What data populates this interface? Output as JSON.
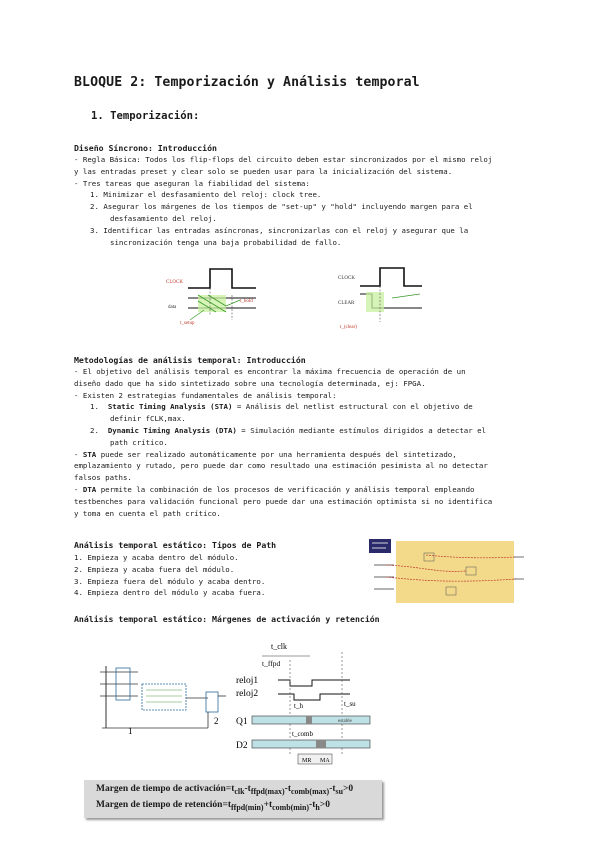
{
  "title": "BLOQUE 2: Temporización y Análisis temporal",
  "section1": "1. Temporización:",
  "sincrono": {
    "heading": "Diseño Síncrono: Introducción",
    "l1": "- Regla Básica: Todos los flip-flops del circuito deben estar sincronizados por el mismo reloj",
    "l2": "y las entradas preset y clear solo se pueden usar para la inicialización del sistema.",
    "l3": "- Tres tareas que aseguran la fiabilidad del sistema:",
    "i1": "1.  Minimizar el desfasamiento del reloj: clock tree.",
    "i2a": "2.  Asegurar los márgenes de los tiempos de \"set-up\" y \"hold\" incluyendo margen para el",
    "i2b": "desfasamiento del reloj.",
    "i3a": "3.  Identificar las entradas asíncronas, sincronizarlas con el reloj y asegurar que la",
    "i3b": "sincronización tenga una baja probabilidad de fallo."
  },
  "fig1": {
    "clock": "CLOCK",
    "data": "data",
    "thold": "t_hold",
    "tsetup": "t_setup",
    "clock2": "CLOCK",
    "clear": "CLEAR",
    "tclear": "t_(clear)"
  },
  "metodologias": {
    "heading": "Metodologías de análisis temporal: Introducción",
    "l1": "- El objetivo del análisis temporal es encontrar la máxima frecuencia de operación de un",
    "l2": "diseño dado que ha sido sintetizado sobre una tecnología determinada, ej: FPGA.",
    "l3": "- Existen 2 estrategias fundamentales de análisis temporal:",
    "i1_bold": "Static Timing Analysis (STA)",
    "i1_rest": " = Análisis del netlist estructural con el objetivo de",
    "i1b": "definir fCLK,max.",
    "i2_bold": "Dynamic Timing Analysis (DTA)",
    "i2_rest": " = Simulación mediante estímulos dirigidos a detectar el",
    "i2b": "path crítico.",
    "n1": "1.",
    "n2": "2.",
    "s1_bold": "STA",
    "s1_rest": " puede ser realizado automáticamente por una herramienta después del sintetizado,",
    "s2": "emplazamiento y rutado, pero puede dar como resultado una estimación pesimista al no detectar",
    "s3": "falsos paths.",
    "d1_bold": "DTA",
    "d1_rest": " permite la combinación de los procesos de verificación y análisis temporal empleando",
    "d2": "testbenches para validación funcional pero puede dar una estimación optimista si no identifica",
    "d3": "y toma en cuenta el path crítico.",
    "dash": "- "
  },
  "paths": {
    "heading": "Análisis temporal estático: Tipos de Path",
    "l1": "1. Empieza y acaba dentro del módulo.",
    "l2": "2. Empieza y acaba fuera del módulo.",
    "l3": "3. Empieza fuera del módulo y acaba dentro.",
    "l4": "4. Empieza dentro del módulo y acaba fuera."
  },
  "margenes": {
    "heading": "Análisis temporal estático: Márgenes de activación y retención",
    "tclk": "t_clk",
    "tffpd": "t_ffpd",
    "reloj1": "reloj1",
    "reloj2": "reloj2",
    "th": "t_h",
    "tsu": "t_su",
    "q1": "Q1",
    "d2": "D2",
    "tcomb": "t_comb",
    "estable": "estable",
    "mr": "MR",
    "ma": "MA",
    "num1": "1",
    "num2": "2",
    "f1": "Margen de tiempo de activación=t",
    "f1sub": "clk",
    "f1b": "-t",
    "f1sub2": "ffpd(max)",
    "f1c": "-t",
    "f1sub3": "comb(max)",
    "f1d": "-t",
    "f1sub4": "su",
    "f1e": ">0",
    "f2": "Margen de tiempo de retención=t",
    "f2sub": "ffpd(min)",
    "f2b": "+t",
    "f2sub2": "comb(min)",
    "f2c": "-t",
    "f2sub3": "h",
    "f2e": ">0"
  }
}
